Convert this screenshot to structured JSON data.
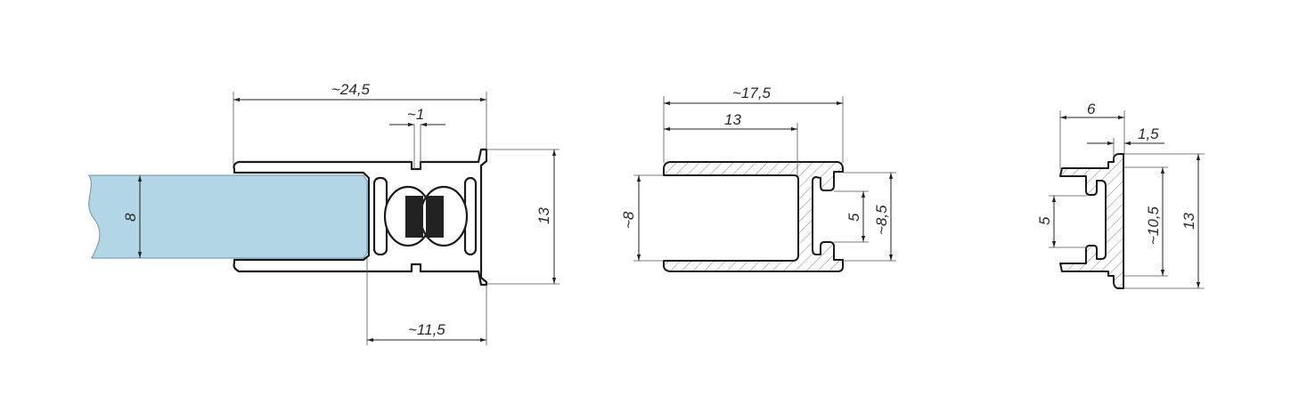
{
  "drawing_1": {
    "overall_width": "~24,5",
    "gap": "~1",
    "height": "13",
    "magnet_width": "~11,5",
    "glass_thickness": "8"
  },
  "drawing_2": {
    "overall_width": "~17,5",
    "inner_width": "13",
    "inner_height": "~8",
    "slot_gap": "5",
    "outer_height": "~8,5"
  },
  "drawing_3": {
    "width": "6",
    "flange_thickness": "1,5",
    "slot_gap": "5",
    "inner_height": "~10,5",
    "height": "13"
  },
  "colors": {
    "glass": "#b3d6e6",
    "line": "#1a1a1a",
    "magnet": "#222222"
  }
}
